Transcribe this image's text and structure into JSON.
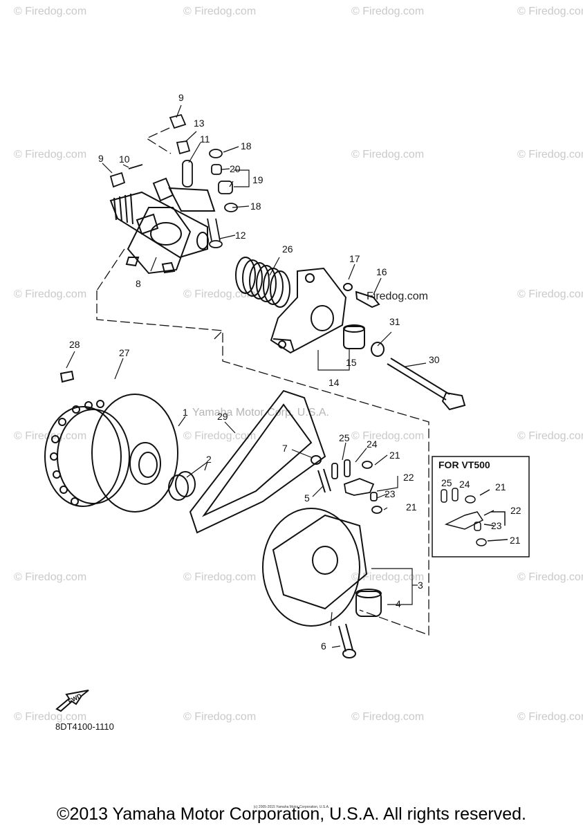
{
  "watermark": "© Firedog.com",
  "watermark_2": "Firedog.com",
  "ghost_text": "Yamaha Motor Corp. U.S.A.",
  "inset_title": "FOR VT500",
  "part_code": "8DT4100-1110",
  "fwd_label": "FWD",
  "copyright": "©2013 Yamaha Motor Corporation, U.S.A. All rights reserved.",
  "fine_print": "(c) 2005-2015 Yamaha Motor Corporation, U.S.A.",
  "callouts": {
    "c1": "1",
    "c2": "2",
    "c3": "3",
    "c4": "4",
    "c5": "5",
    "c6": "6",
    "c7": "7",
    "c8": "8",
    "c9a": "9",
    "c9b": "9",
    "c10": "10",
    "c11": "11",
    "c12": "12",
    "c13": "13",
    "c14": "14",
    "c15": "15",
    "c16": "16",
    "c17": "17",
    "c18a": "18",
    "c18b": "18",
    "c19": "19",
    "c20": "20",
    "c21a": "21",
    "c21b": "21",
    "c22": "22",
    "c23": "23",
    "c24": "24",
    "c25": "25",
    "c26": "26",
    "c27": "27",
    "c28": "28",
    "c29": "29",
    "c30": "30",
    "c31": "31",
    "i25": "25",
    "i24": "24",
    "i21a": "21",
    "i22": "22",
    "i23": "23",
    "i21b": "21"
  }
}
